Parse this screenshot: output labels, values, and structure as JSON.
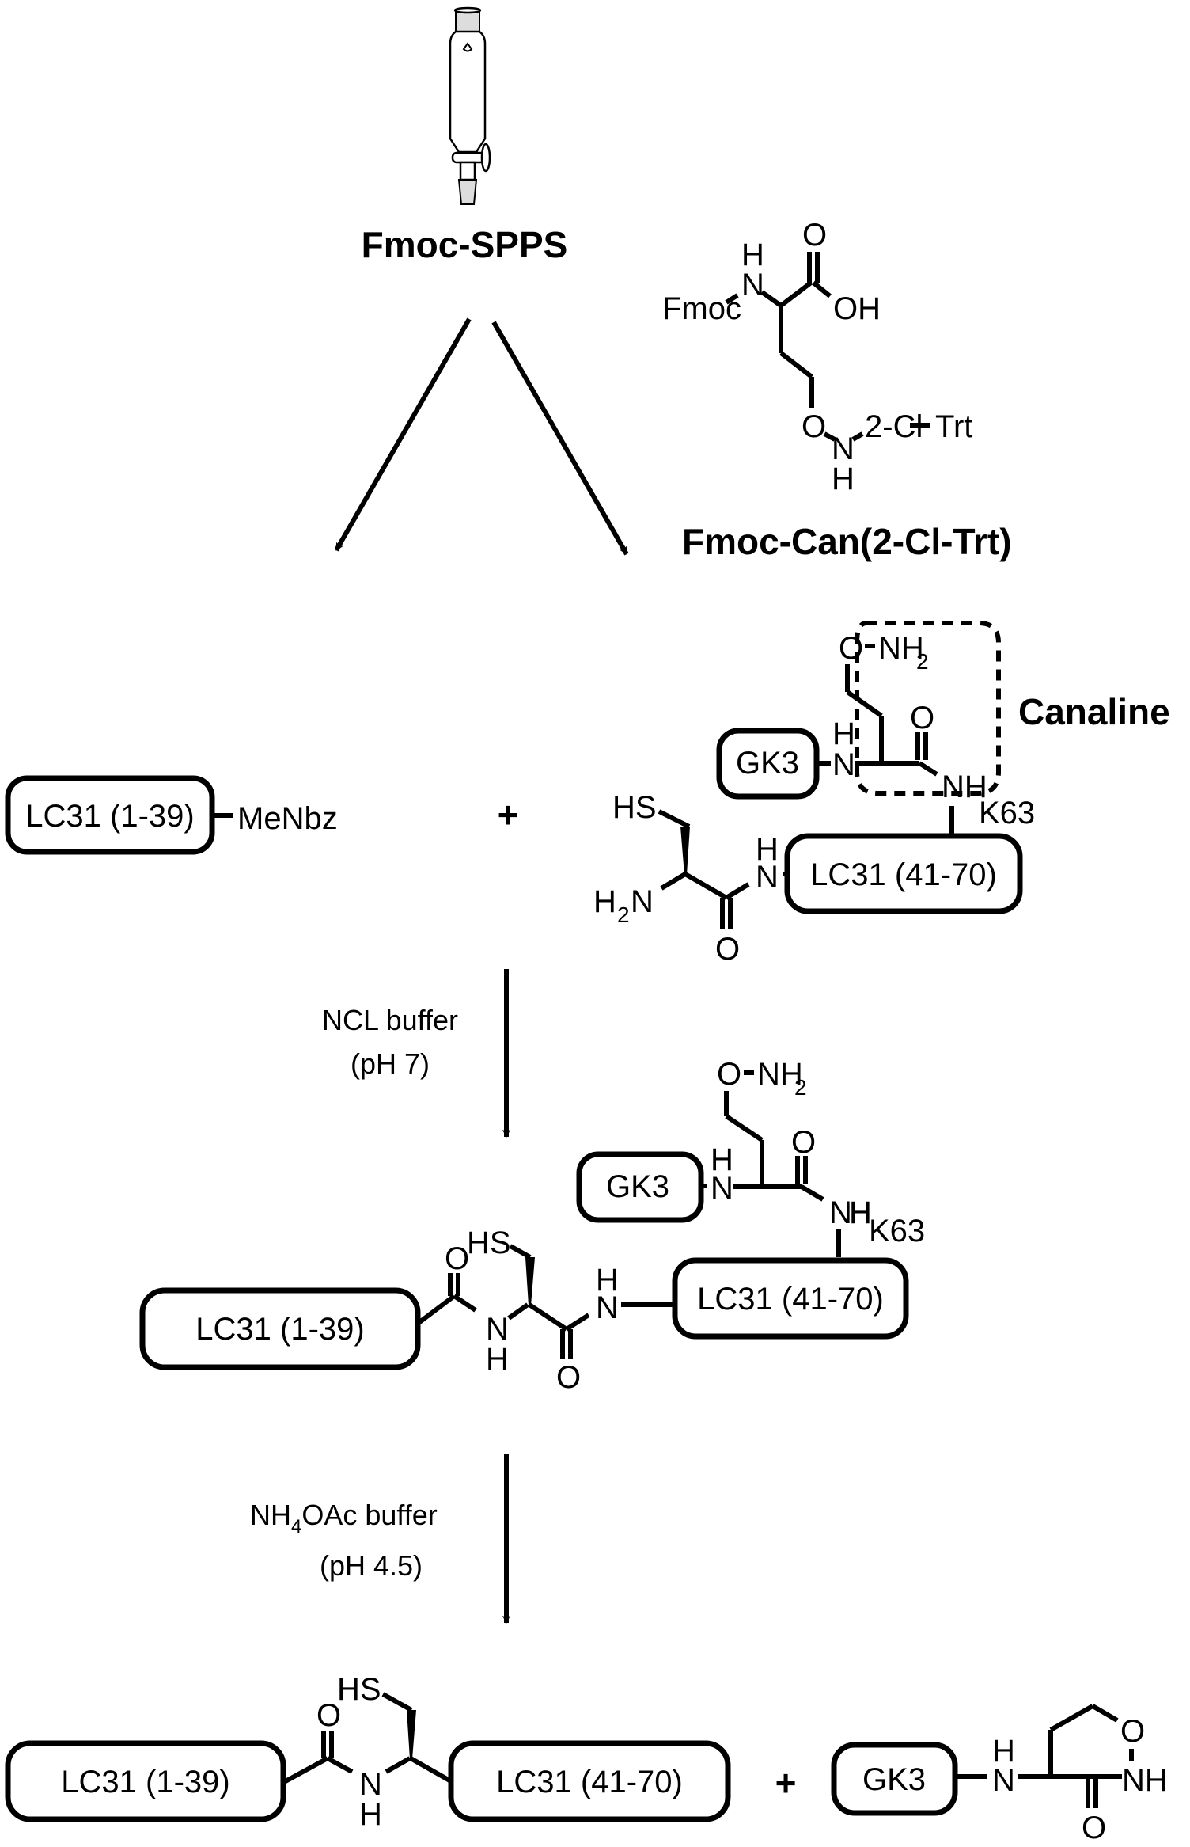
{
  "figure": {
    "title": "Semisynthesis scheme of K63-linked LC3 conjugate via canaline",
    "spps": {
      "label": "Fmoc-SPPS",
      "icon": "chromatography-column-icon"
    },
    "building_block": {
      "name": "Fmoc-Can(2-Cl-Trt)",
      "atoms": {
        "fmoc": "Fmoc",
        "nh_h": "H",
        "nh_n": "N",
        "carbonyl_o": "O",
        "oh": "OH",
        "ether_o": "O",
        "amine_n": "N",
        "amine_h": "H",
        "protect": "2-Cl",
        "trt": "Trt"
      }
    },
    "stage1": {
      "thioester": {
        "peptide": "LC31 (1-39)",
        "group": "MeNbz"
      },
      "plus": "+",
      "branched": {
        "gk3": "GK3",
        "canaline_label": "Canaline",
        "o_nh2_o": "O",
        "o_nh2_n": "NH",
        "o_nh2_sub": "2",
        "carbonyl_o": "O",
        "n_h": "H",
        "n": "N",
        "nh": "NH",
        "k63": "K63",
        "hs": "HS",
        "h2n_h": "H",
        "h2n_sub": "2",
        "h2n_n": "N",
        "amide_h": "H",
        "amide_n": "N",
        "amide_o": "O",
        "peptide": "LC31 (41-70)"
      }
    },
    "step1": {
      "line1": "NCL buffer",
      "line2": "(pH 7)"
    },
    "stage2": {
      "left_peptide": "LC31 (1-39)",
      "right_peptide": "LC31 (41-70)",
      "gk3": "GK3",
      "hs": "HS",
      "k63": "K63",
      "o_nh2_o": "O",
      "o_nh2_n": "NH",
      "o_nh2_sub": "2"
    },
    "step2": {
      "line1_a": "NH",
      "line1_sub": "4",
      "line1_b": "OAc buffer",
      "line2": "(pH 4.5)"
    },
    "stage3": {
      "left_peptide": "LC31 (1-39)",
      "right_peptide": "LC31 (41-70)",
      "plus": "+",
      "gk3": "GK3",
      "hs": "HS",
      "ring_o": "O",
      "ring_nh": "NH",
      "carbonyl_o": "O"
    },
    "atom_labels": {
      "O": "O",
      "N": "N",
      "H": "H"
    }
  }
}
